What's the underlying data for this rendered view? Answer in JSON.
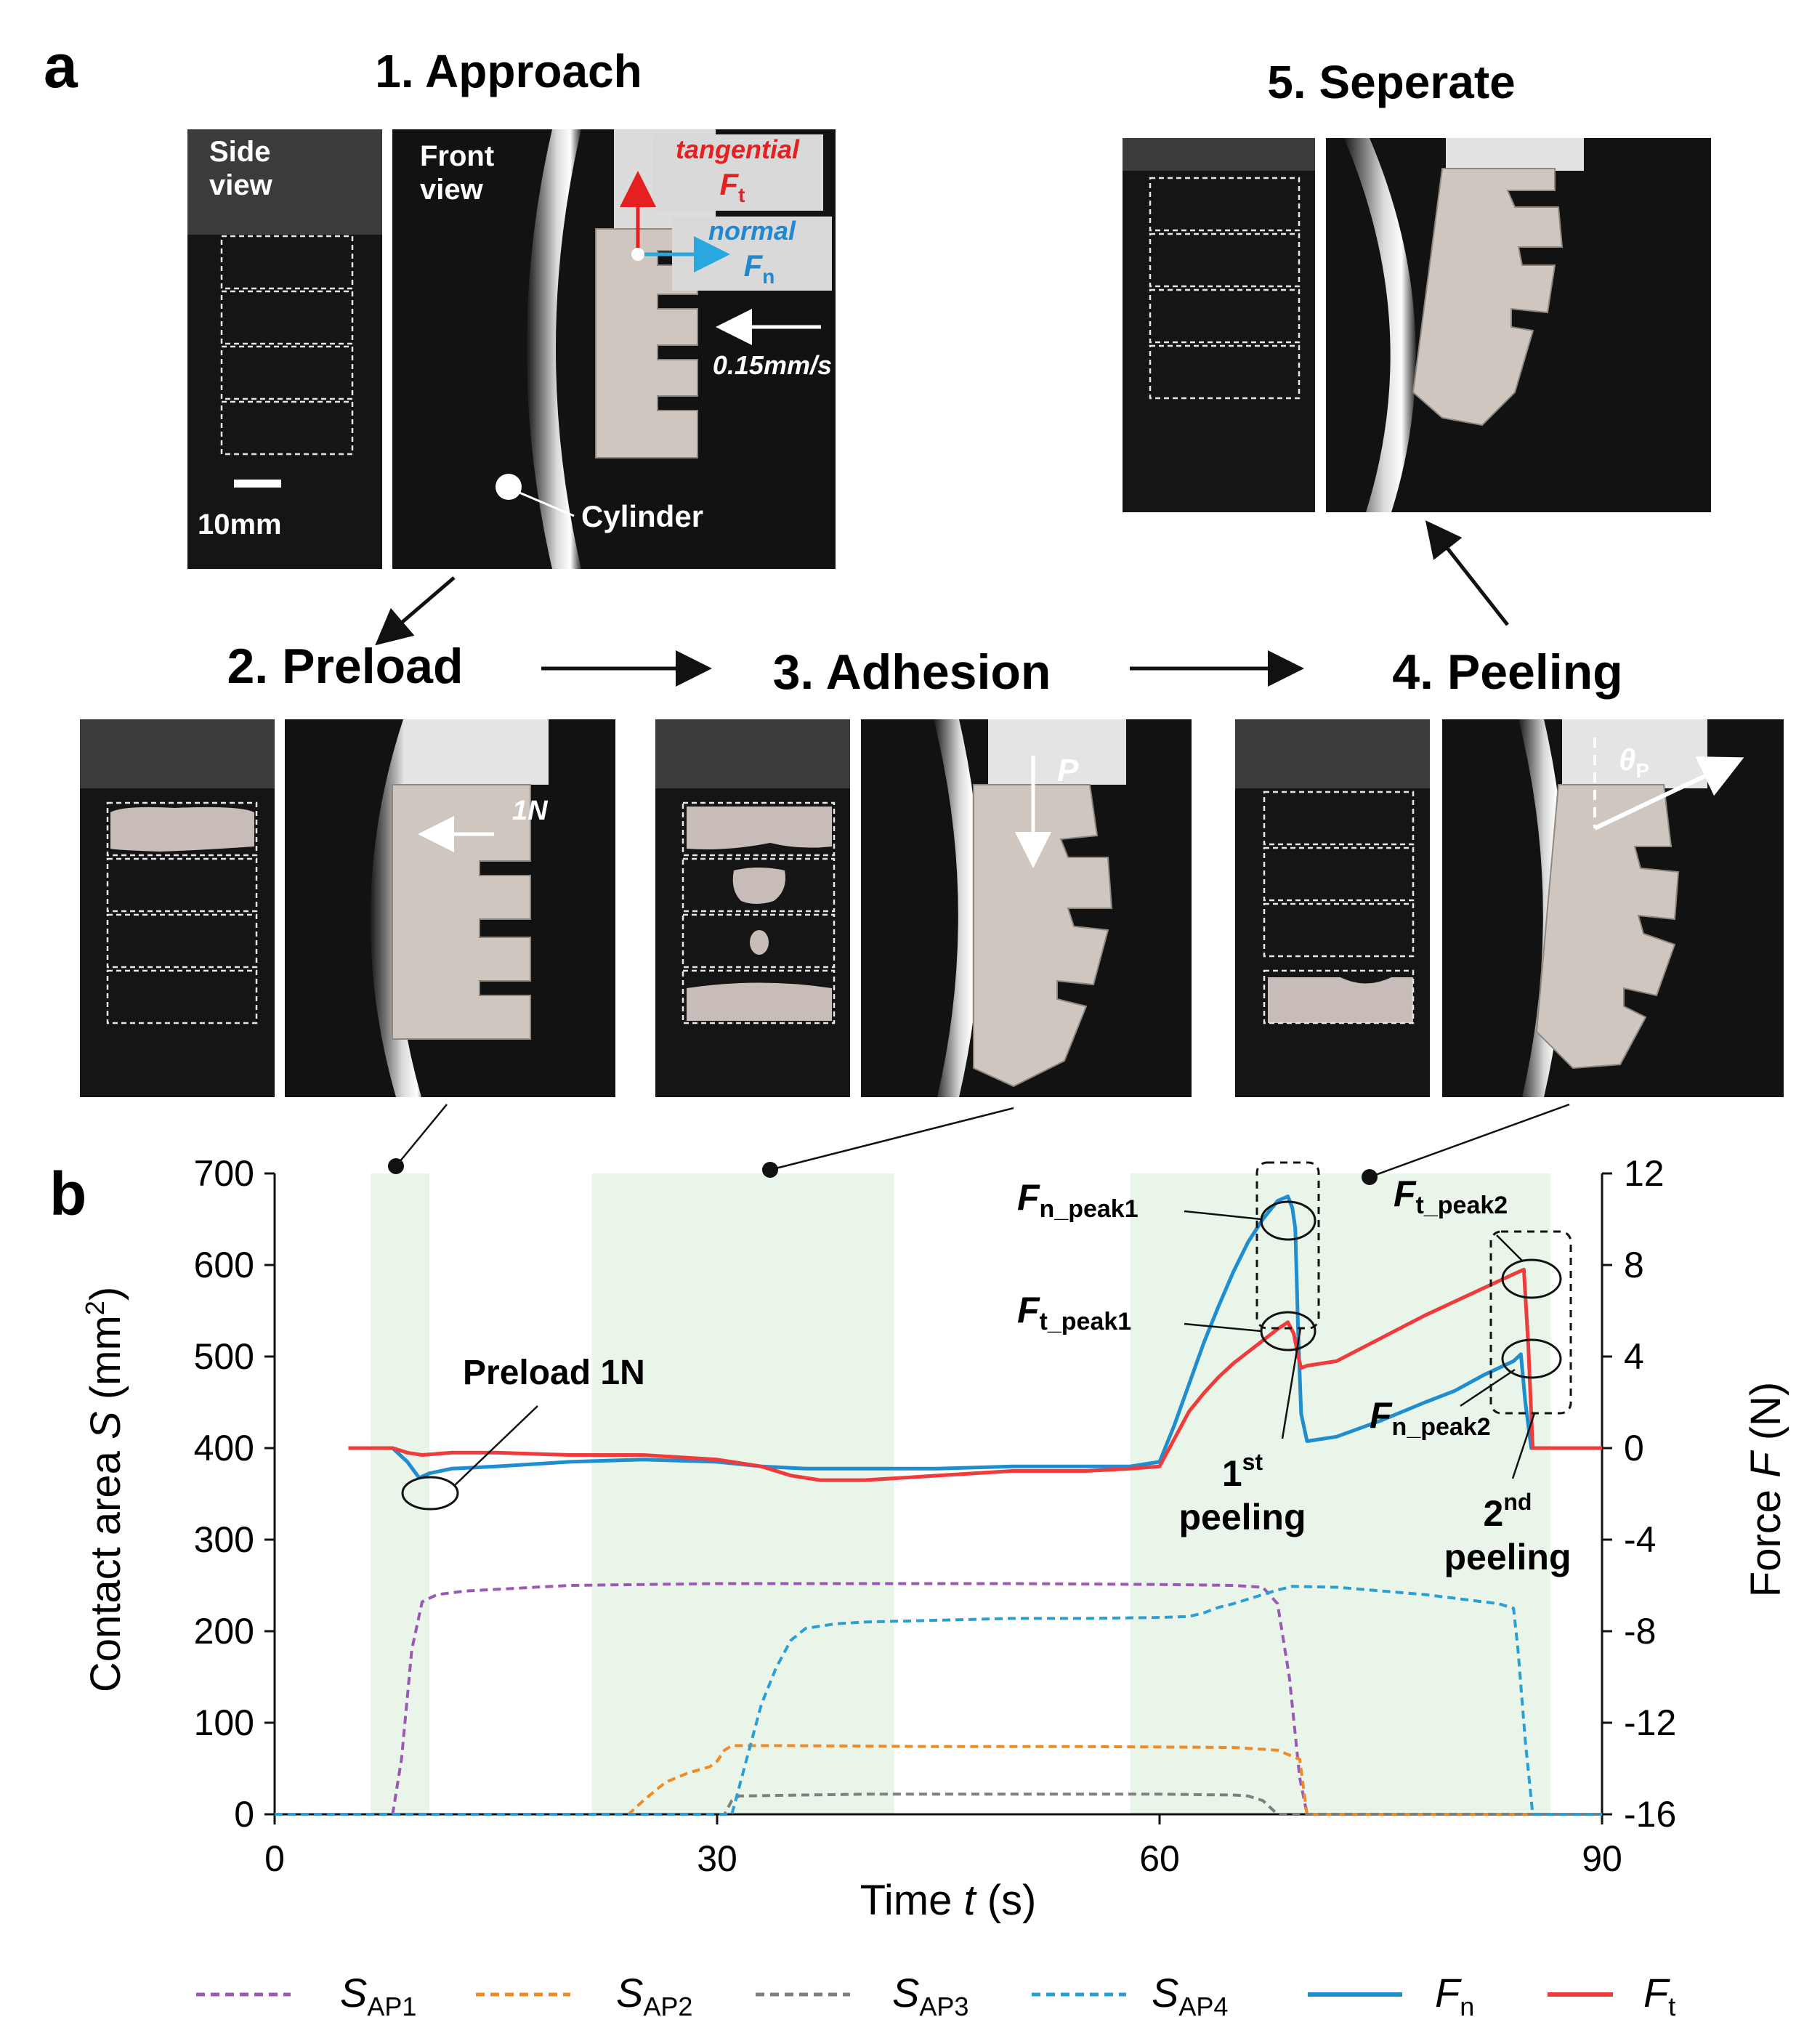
{
  "panel_a": {
    "label": "a",
    "stages": [
      {
        "title": "1. Approach"
      },
      {
        "title": "2. Preload"
      },
      {
        "title": "3. Adhesion"
      },
      {
        "title": "4. Peeling"
      },
      {
        "title": "5. Seperate"
      }
    ],
    "approach": {
      "side_view": "Side",
      "side_view_2": "view",
      "front_view": "Front",
      "front_view_2": "view",
      "scale_bar": "10mm",
      "tangential": "tangential",
      "normal": "normal",
      "force_t": "F",
      "force_t_sub": "t",
      "force_n": "F",
      "force_n_sub": "n",
      "speed": "0.15mm/s",
      "cylinder": "Cylinder"
    },
    "preload": {
      "force": "1N"
    },
    "adhesion": {
      "pressure": "P"
    },
    "peeling": {
      "angle": "θ",
      "angle_sub": "P"
    }
  },
  "panel_b": {
    "label": "b",
    "annotations": {
      "preload": "Preload 1N",
      "fn_peak1": "F",
      "fn_peak1_sub": "n_peak1",
      "ft_peak1": "F",
      "ft_peak1_sub": "t_peak1",
      "ft_peak2": "F",
      "ft_peak2_sub": "t_peak2",
      "fn_peak2": "F",
      "fn_peak2_sub": "n_peak2",
      "first_peeling_sup": "st",
      "first_peeling_num": "1",
      "first_peeling": "peeling",
      "second_peeling_num": "2",
      "second_peeling_sup": "nd",
      "second_peeling": "peeling"
    }
  },
  "chart_data": {
    "type": "line",
    "xlabel": "Time t (s)",
    "ylabel": "Contact area S (mm²)",
    "y2label": "Force F (N)",
    "xlim": [
      0,
      90
    ],
    "ylim": [
      0,
      700
    ],
    "y2lim": [
      -16,
      12
    ],
    "xticks": [
      "0",
      "30",
      "60",
      "90"
    ],
    "yticks": [
      "0",
      "100",
      "200",
      "300",
      "400",
      "500",
      "600",
      "700"
    ],
    "y2ticks": [
      "-16",
      "-12",
      "-8",
      "-4",
      "0",
      "4",
      "8",
      "12"
    ],
    "shaded_regions": [
      [
        6.5,
        10.5
      ],
      [
        21.5,
        42
      ],
      [
        58,
        86.5
      ]
    ],
    "legend": [
      "S_AP1",
      "S_AP2",
      "S_AP3",
      "S_AP4",
      "F_n",
      "F_t"
    ],
    "series": [
      {
        "name": "S_AP1",
        "axis": "left",
        "color": "#9b59b6",
        "dash": true,
        "x": [
          0,
          8,
          8.6,
          9.3,
          10,
          11,
          13,
          20,
          30,
          40,
          50,
          60,
          65,
          67,
          68,
          68.8,
          69.5,
          70,
          72,
          90
        ],
        "y": [
          0,
          0,
          60,
          180,
          232,
          240,
          244,
          250,
          252,
          252,
          252,
          251,
          250,
          248,
          230,
          150,
          40,
          0,
          0,
          0
        ]
      },
      {
        "name": "S_AP2",
        "axis": "left",
        "color": "#f08a24",
        "dash": true,
        "x": [
          0,
          24,
          25,
          26.5,
          28,
          29.5,
          30,
          30.5,
          31,
          35,
          45,
          55,
          65,
          68,
          69.5,
          70,
          72,
          90
        ],
        "y": [
          0,
          0,
          15,
          35,
          45,
          52,
          58,
          70,
          75,
          75,
          74,
          74,
          73,
          70,
          60,
          0,
          0,
          0
        ]
      },
      {
        "name": "S_AP3",
        "axis": "left",
        "color": "#7f7f7f",
        "dash": true,
        "x": [
          0,
          30.5,
          31,
          31.5,
          40,
          50,
          60,
          65,
          66,
          67,
          68,
          90
        ],
        "y": [
          0,
          0,
          15,
          20,
          22,
          22,
          22,
          21,
          20,
          15,
          0,
          0
        ]
      },
      {
        "name": "S_AP4",
        "axis": "left",
        "color": "#2a9fd6",
        "dash": true,
        "x": [
          0,
          31,
          32,
          33,
          34,
          35,
          36,
          38,
          40,
          45,
          50,
          55,
          60,
          62,
          63,
          64,
          65,
          66,
          67,
          68,
          69,
          72,
          78,
          83,
          84,
          84.3,
          84.8,
          85.3,
          86,
          90
        ],
        "y": [
          0,
          0,
          60,
          120,
          160,
          190,
          203,
          208,
          210,
          212,
          214,
          214,
          215,
          216,
          220,
          226,
          230,
          235,
          240,
          245,
          249,
          248,
          240,
          230,
          225,
          180,
          80,
          0,
          0,
          0
        ]
      },
      {
        "name": "F_n",
        "axis": "right",
        "color": "#1f8ed1",
        "dash": false,
        "x": [
          5,
          8,
          9,
          9.8,
          10.5,
          12,
          15,
          20,
          25,
          30,
          33,
          36,
          40,
          45,
          50,
          55,
          58,
          60,
          61,
          62,
          63,
          64,
          65,
          66,
          67,
          68,
          68.7,
          69,
          69.2,
          69.4,
          69.6,
          70,
          72,
          75,
          78,
          80,
          82,
          84,
          84.5,
          84.8,
          85.2,
          86,
          90
        ],
        "y": [
          0,
          0,
          -0.6,
          -1.3,
          -1.1,
          -0.9,
          -0.8,
          -0.6,
          -0.5,
          -0.6,
          -0.8,
          -0.9,
          -0.9,
          -0.9,
          -0.8,
          -0.8,
          -0.8,
          -0.6,
          1.0,
          2.8,
          4.6,
          6.2,
          7.7,
          9.0,
          10.0,
          10.8,
          11.0,
          10.5,
          9.6,
          5,
          1.5,
          0.3,
          0.5,
          1.2,
          2.0,
          2.5,
          3.2,
          3.8,
          4.1,
          2.0,
          0,
          0,
          0
        ]
      },
      {
        "name": "F_t",
        "axis": "right",
        "color": "#ef3b3b",
        "dash": false,
        "x": [
          5,
          8,
          9,
          10,
          12,
          15,
          20,
          25,
          30,
          33,
          35,
          37,
          40,
          45,
          50,
          55,
          58,
          60,
          61,
          62,
          63,
          64,
          65,
          66,
          67,
          68,
          68.7,
          69.1,
          69.4,
          69.6,
          70,
          72,
          75,
          78,
          80,
          82,
          84,
          84.7,
          85,
          85.3,
          86,
          90
        ],
        "y": [
          0,
          0,
          -0.2,
          -0.3,
          -0.2,
          -0.2,
          -0.3,
          -0.3,
          -0.5,
          -0.8,
          -1.2,
          -1.4,
          -1.4,
          -1.2,
          -1.0,
          -1.0,
          -0.9,
          -0.8,
          0.4,
          1.6,
          2.4,
          3.1,
          3.7,
          4.2,
          4.7,
          5.2,
          5.5,
          5.0,
          4.0,
          3.5,
          3.6,
          3.8,
          4.8,
          5.8,
          6.4,
          7.0,
          7.6,
          7.8,
          4.5,
          0,
          0,
          0
        ]
      }
    ]
  },
  "legend_labels": {
    "s1": "S",
    "s1_sub": "AP1",
    "s2": "S",
    "s2_sub": "AP2",
    "s3": "S",
    "s3_sub": "AP3",
    "s4": "S",
    "s4_sub": "AP4",
    "fn": "F",
    "fn_sub": "n",
    "ft": "F",
    "ft_sub": "t"
  },
  "axis_text": {
    "time_a": "Time ",
    "time_t": "t",
    "time_b": " (s)",
    "area_a": "Contact area ",
    "area_s": "S",
    "area_b": " (mm",
    "area_sup": "2",
    "area_c": ")",
    "force_a": "Force ",
    "force_f": "F",
    "force_b": " (N)"
  },
  "colors": {
    "shade": "#eaf5ea",
    "photo_dark": "#141414",
    "gripper": "#d8d2cc",
    "contact": "#c8bcb8"
  }
}
